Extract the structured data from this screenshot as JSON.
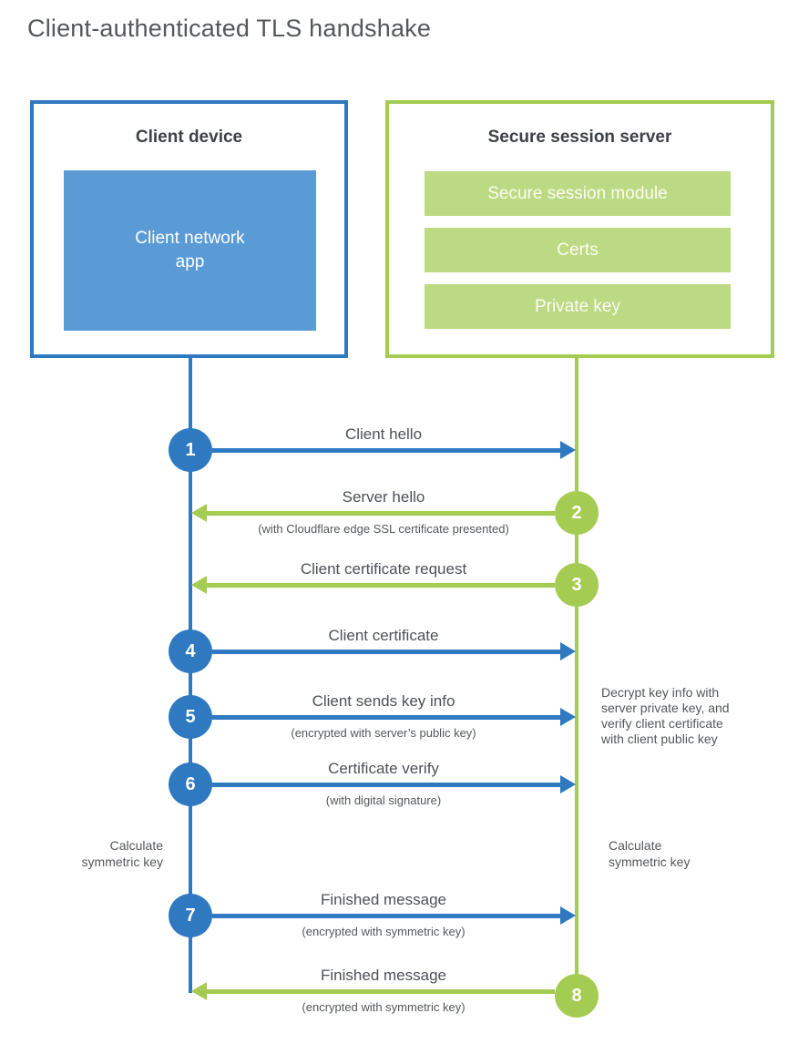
{
  "title": "Client-authenticated TLS handshake",
  "client": {
    "title": "Client device",
    "app": "Client network\napp"
  },
  "server": {
    "title": "Secure session server",
    "modules": [
      {
        "label": "Secure session module"
      },
      {
        "label": "Certs"
      },
      {
        "label": "Private key"
      }
    ]
  },
  "steps": [
    {
      "num": "1",
      "from": "client",
      "direction": "right",
      "label": "Client hello"
    },
    {
      "num": "2",
      "from": "server",
      "direction": "left",
      "label": "Server hello",
      "sub": "(with Cloudflare edge SSL certificate presented)"
    },
    {
      "num": "3",
      "from": "server",
      "direction": "left",
      "label": "Client certificate request"
    },
    {
      "num": "4",
      "from": "client",
      "direction": "right",
      "label": "Client certificate"
    },
    {
      "num": "5",
      "from": "client",
      "direction": "right",
      "label": "Client sends key info",
      "sub": "(encrypted with server’s public key)"
    },
    {
      "num": "6",
      "from": "client",
      "direction": "right",
      "label": "Certificate verify",
      "sub": "(with digital signature)"
    },
    {
      "num": "7",
      "from": "client",
      "direction": "right",
      "label": "Finished message",
      "sub": "(encrypted with symmetric key)"
    },
    {
      "num": "8",
      "from": "server",
      "direction": "left",
      "label": "Finished message",
      "sub": "(encrypted with symmetric key)"
    }
  ],
  "annotations": {
    "decrypt_note": "Decrypt key info with\nserver private key, and\nverify client certificate\nwith client public key",
    "calculate_left": "Calculate\nsymmetric key",
    "calculate_right": "Calculate\nsymmetric key"
  },
  "colors": {
    "blue_stroke": "#2e79c0",
    "blue_fill": "#5b9bd5",
    "green_stroke": "#a5cc52",
    "green_fill": "#bcd983",
    "text_gray": "#54575b"
  }
}
